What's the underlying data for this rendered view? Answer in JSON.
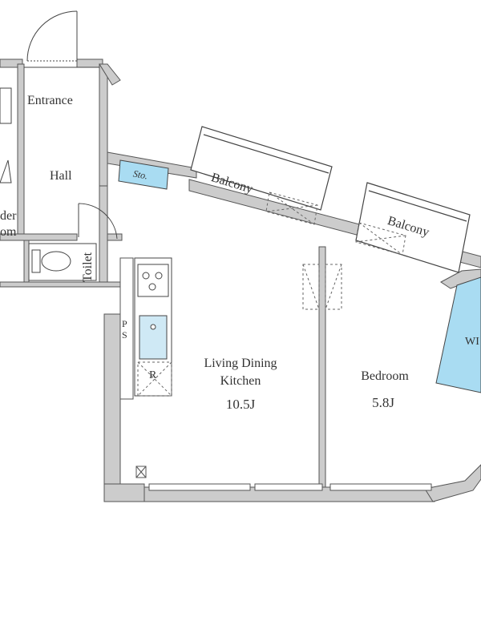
{
  "rooms": {
    "entrance": "Entrance",
    "hall": "Hall",
    "storage": "Sto.",
    "balcony1": "Balcony",
    "balcony2": "Balcony",
    "powder_line1": "der",
    "powder_line2": "om",
    "toilet": "Toilet",
    "pipe_space_p": "P",
    "pipe_space_s": "S",
    "refrigerator": "R",
    "ldk_line1": "Living Dining",
    "ldk_line2": "Kitchen",
    "ldk_size": "10.5J",
    "bedroom": "Bedroom",
    "bedroom_size": "5.8J",
    "wic": "WI"
  },
  "colors": {
    "wall": "#c9c9c9",
    "wall_stroke": "#555555",
    "storage_fill": "#a9dcf2",
    "line": "#444444"
  }
}
